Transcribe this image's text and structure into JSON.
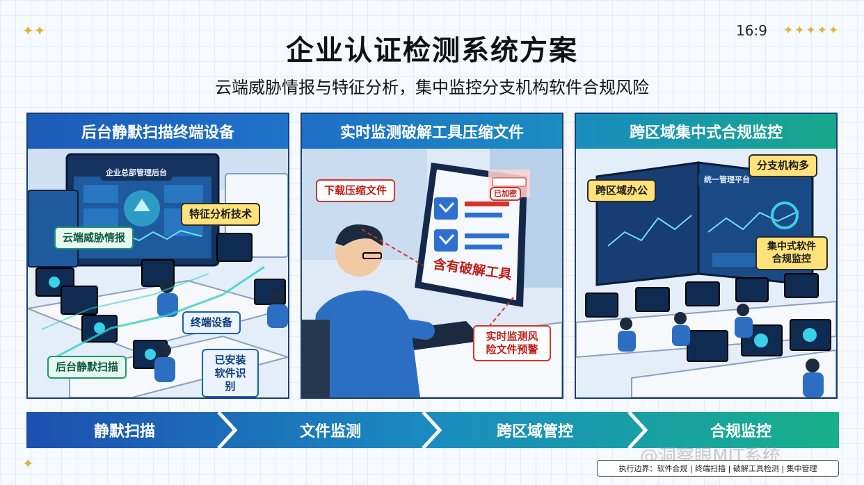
{
  "page": {
    "title": "企业认证检测系统方案",
    "subtitle": "云端威胁情报与特征分析，集中监控分支机构软件合规风险",
    "ratio": "16:9",
    "stars_right": "✦✦✦✦✦",
    "stars_left": "✦✦",
    "star_bottom_left": "✦"
  },
  "panels": [
    {
      "header": "后台静默扫描终端设备",
      "screen_title": "企业总部管理后台",
      "callouts": [
        "特征分析技术",
        "云端威胁情报",
        "终端设备",
        "后台静默扫描",
        "已安装软件识别"
      ]
    },
    {
      "header": "实时监测破解工具压缩文件",
      "screen_tag": "已加密",
      "callouts": [
        "下载压缩文件",
        "含有破解工具",
        "实时监测风险文件预警"
      ]
    },
    {
      "header": "跨区域集中式合规监控",
      "screen_title": "统一管理平台",
      "callouts": [
        "分支机构多",
        "跨区域办公",
        "集中式软件合规监控"
      ]
    }
  ],
  "flow": [
    "静默扫描",
    "文件监测",
    "跨区域管控",
    "合规监控"
  ],
  "boundary": "执行边界：软件合规 | 终端扫描 | 破解工具检测 | 集中管理",
  "watermark": "@洞察眼MIT系统",
  "colors": {
    "primary_blue": "#1d5bb8",
    "teal": "#17a88a",
    "alert_red": "#d8322c",
    "callout_yellow": "#ffe27a"
  }
}
